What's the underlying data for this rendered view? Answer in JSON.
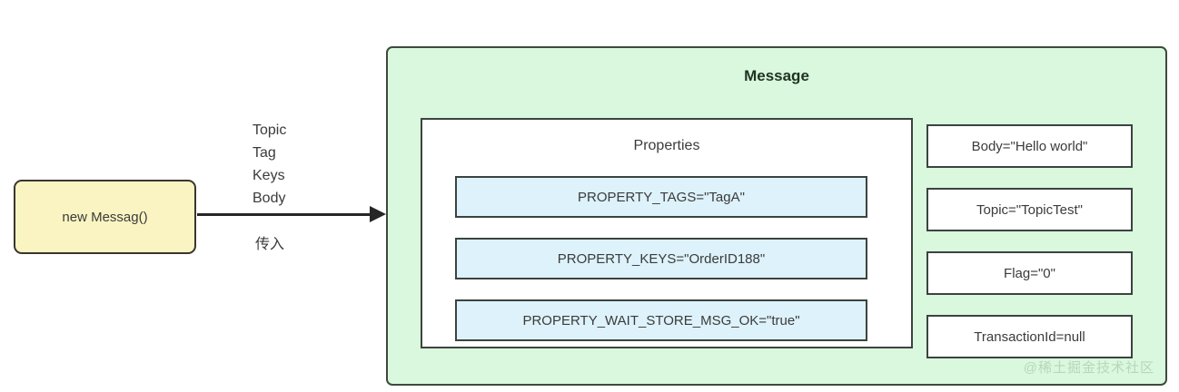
{
  "source": {
    "label": "new Messag()"
  },
  "arrow": {
    "label_top": "Topic\nTag\nKeys\nBody",
    "label_bottom": "传入"
  },
  "message": {
    "title": "Message",
    "properties": {
      "title": "Properties",
      "items": [
        {
          "label": "PROPERTY_TAGS=\"TagA\""
        },
        {
          "label": "PROPERTY_KEYS=\"OrderID188\""
        },
        {
          "label": "PROPERTY_WAIT_STORE_MSG_OK=\"true\""
        }
      ]
    },
    "fields": [
      {
        "label": "Body=\"Hello world\""
      },
      {
        "label": "Topic=\"TopicTest\""
      },
      {
        "label": "Flag=\"0\""
      },
      {
        "label": "TransactionId=null"
      }
    ]
  },
  "watermark": {
    "text": "@稀土掘金技术社区"
  },
  "colors": {
    "panel_fill": "#d9f8dd",
    "panel_border": "#3d4a3d",
    "source_fill": "#faf4c2",
    "source_border": "#3a352e",
    "property_fill": "#ddf2fa",
    "box_border": "#3b4340",
    "arrow": "#262626",
    "watermark": "#b9d6bd"
  }
}
